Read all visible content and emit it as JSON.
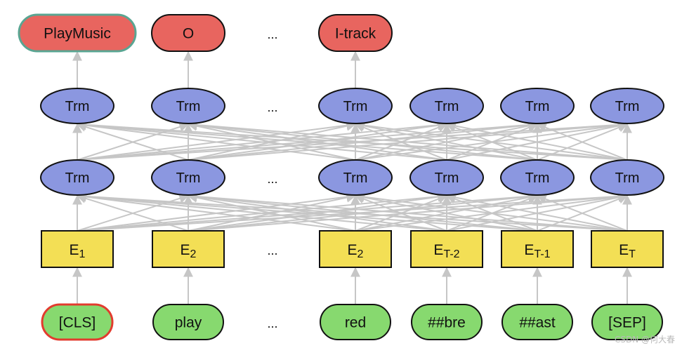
{
  "outputs": [
    "PlayMusic",
    "O",
    "I-track"
  ],
  "trm_label": "Trm",
  "ellipsis": "...",
  "embeddings": [
    {
      "base": "E",
      "sub": "1"
    },
    {
      "base": "E",
      "sub": "2"
    },
    {
      "base": "E",
      "sub": "2"
    },
    {
      "base": "E",
      "sub": "T-2"
    },
    {
      "base": "E",
      "sub": "T-1"
    },
    {
      "base": "E",
      "sub": "T"
    }
  ],
  "tokens": [
    "[CLS]",
    "play",
    "red",
    "##bre",
    "##ast",
    "[SEP]"
  ],
  "watermark": "CSDN @何大春",
  "colors": {
    "output_fill": "#e8655f",
    "output_highlight_stroke": "#5aa592",
    "trm_fill": "#8b97e0",
    "embedding_fill": "#f3df55",
    "token_fill": "#87d96f",
    "token_highlight_stroke": "#e23b2e",
    "arrow": "#c6c6c6",
    "stroke": "#111111"
  }
}
